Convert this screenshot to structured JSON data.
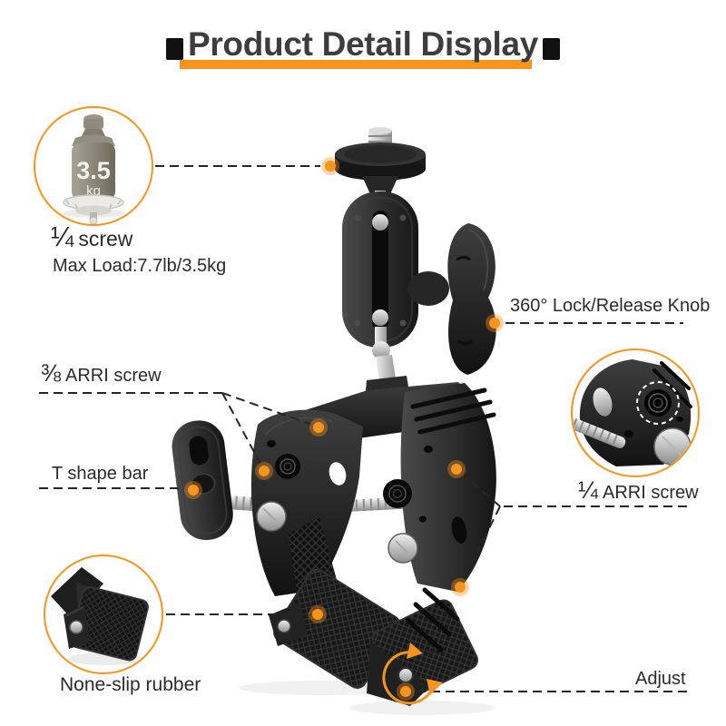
{
  "title": {
    "text": "Product Detail Display"
  },
  "colors": {
    "accent": "#F7941E",
    "line": "#262626",
    "label": "#2B2B2B",
    "title": "#3D3D3D",
    "product_dark": "#1F1F1F"
  },
  "callouts": {
    "max_load": {
      "frac": "¼",
      "screw_rest": "screw",
      "load": "Max Load:7.7lb/3.5kg",
      "weight_value": "3.5",
      "weight_unit": "kg"
    },
    "lock_knob": {
      "label": "360° Lock/Release Knob"
    },
    "arri_38": {
      "frac": "⅜",
      "rest": "ARRI screw"
    },
    "t_bar": {
      "label": "T shape bar"
    },
    "arri_14": {
      "frac": "¼",
      "rest": "ARRI screw"
    },
    "rubber": {
      "label": "None-slip rubber"
    },
    "adjust": {
      "label": "Adjust"
    }
  }
}
